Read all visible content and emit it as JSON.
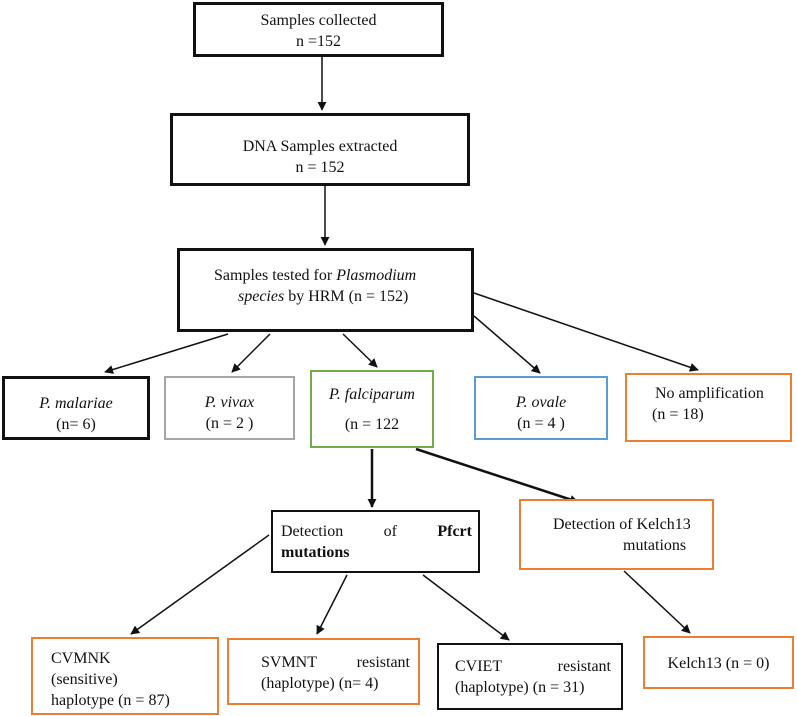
{
  "diagram": {
    "collected": {
      "title": "Samples collected",
      "count": "n =152"
    },
    "extracted": {
      "title": "DNA Samples extracted",
      "count": "n = 152"
    },
    "tested": {
      "prefix": "Samples tested for",
      "genus": "Plasmodium",
      "species_word": "species",
      "suffix": "by HRM (n = 152)"
    },
    "species": [
      {
        "name": "P. malariae",
        "count": "(n= 6)"
      },
      {
        "name": "P. vivax",
        "count": "(n = 2  )"
      },
      {
        "name": "P. falciparum",
        "count": "(n = 122"
      },
      {
        "name": "P. ovale",
        "count": "(n =  4 )"
      },
      {
        "name": "No amplification",
        "count": "(n = 18)"
      }
    ],
    "pfcrt": {
      "word1": "Detection",
      "word2": "of",
      "gene": "Pfcrt",
      "line2": "mutations"
    },
    "kelch": {
      "line1": "Detection of Kelch13",
      "line2": "mutations"
    },
    "haplotypes": {
      "cvmnk": {
        "line1": "CVMNK",
        "line2": "(sensitive)",
        "line3": "haplotype (n = 87)"
      },
      "svmnt": {
        "name": "SVMNT",
        "status": "resistant",
        "line2": "(haplotype) (n= 4)"
      },
      "cviet": {
        "name": "CVIET",
        "status": "resistant",
        "line2": "(haplotype) (n = 31)"
      },
      "kelch13": {
        "label": "Kelch13 (n = 0)"
      }
    },
    "colors": {
      "black": "#111111",
      "gray": "#a6a6a6",
      "green": "#70ad47",
      "blue": "#5b9bd5",
      "orange": "#ed7d31"
    }
  }
}
